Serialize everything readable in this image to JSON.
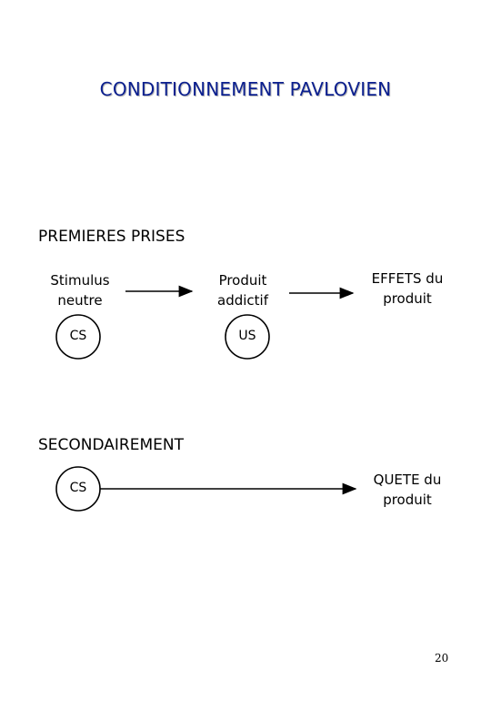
{
  "title": "CONDITIONNEMENT PAVLOVIEN",
  "section1": {
    "heading": "PREMIERES PRISES",
    "node1": {
      "line1": "Stimulus",
      "line2": "neutre"
    },
    "node2": {
      "line1": "Produit",
      "line2": "addictif"
    },
    "node3": {
      "line1": "EFFETS du",
      "line2": "produit"
    },
    "circle1": "CS",
    "circle2": "US"
  },
  "section2": {
    "heading": "SECONDAIREMENT",
    "circle1": "CS",
    "node1": {
      "line1": "QUETE du",
      "line2": "produit"
    }
  },
  "page_number": "20",
  "colors": {
    "title": "#0b1f8f",
    "text": "#000000"
  }
}
